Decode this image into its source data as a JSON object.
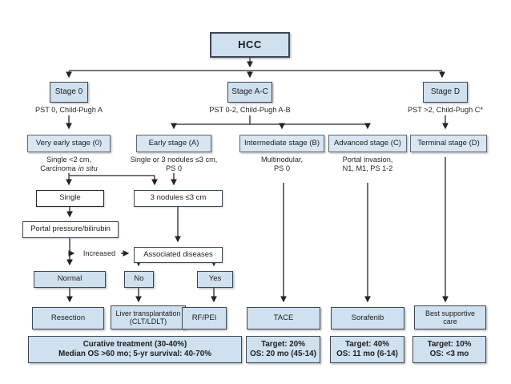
{
  "root": {
    "title": "HCC"
  },
  "stages": [
    {
      "label": "Stage 0",
      "pst": "PST 0, Child-Pugh A"
    },
    {
      "label": "Stage A-C",
      "pst": "PST 0-2, Child-Pugh A-B"
    },
    {
      "label": "Stage D",
      "pst": "PST >2, Child-Pugh C*"
    }
  ],
  "substages": [
    {
      "label": "Very early stage (0)",
      "criteria1": "Single <2 cm,",
      "criteria2a": "Carcinoma",
      "criteria2b": "in situ"
    },
    {
      "label": "Early stage (A)",
      "criteria1": "Single or 3 nodules ≤3 cm,",
      "criteria2": "PS 0"
    },
    {
      "label": "Intermediate stage (B)",
      "criteria1": "Multinodular,",
      "criteria2": "PS 0"
    },
    {
      "label": "Advanced stage (C)",
      "criteria1": "Portal invasion,",
      "criteria2": "N1, M1, PS 1-2"
    },
    {
      "label": "Terminal stage (D)"
    }
  ],
  "decisions": {
    "single": "Single",
    "nodules": "3 nodules ≤3 cm",
    "portal": "Portal pressure/bilirubin",
    "increased": "Increased",
    "associated": "Associated diseases",
    "normal": "Normal",
    "no": "No",
    "yes": "Yes"
  },
  "treatments": [
    {
      "label": "Resection"
    },
    {
      "line1": "Liver transplantation",
      "line2": "(CLT/LDLT)"
    },
    {
      "label": "RF/PEI"
    },
    {
      "label": "TACE"
    },
    {
      "label": "Sorafenib"
    },
    {
      "line1": "Best supportive",
      "line2": "care"
    }
  ],
  "outcomes": [
    {
      "line1": "Curative treatment (30-40%)",
      "line2": "Median OS >60 mo; 5-yr survival: 40-70%"
    },
    {
      "line1": "Target: 20%",
      "line2": "OS: 20 mo (45-14)"
    },
    {
      "line1": "Target: 40%",
      "line2": "OS: 11 mo (6-14)"
    },
    {
      "line1": "Target: 10%",
      "line2": "OS: <3 mo"
    }
  ],
  "colors": {
    "box_fill": "#cfe0ee",
    "box_border": "#3d4751",
    "line": "#20252a"
  }
}
